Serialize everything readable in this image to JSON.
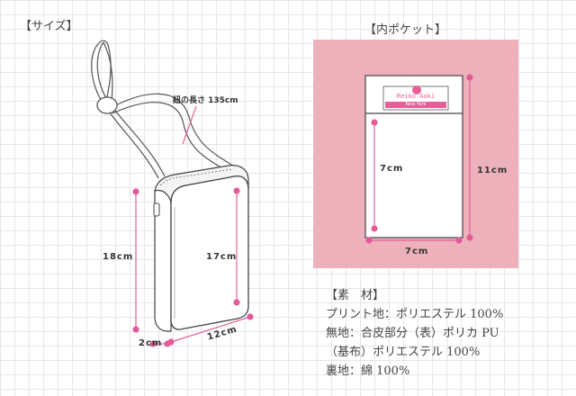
{
  "size_section": {
    "title": "【サイズ】",
    "strap_label": "紐の長さ 135cm",
    "height_outer": "18cm",
    "height_inner": "17cm",
    "depth": "2cm",
    "width": "12cm"
  },
  "pocket_section": {
    "title": "【内ポケット】",
    "tag_brand": "Reiko Aoki",
    "tag_city": "New York",
    "pocket_height": "7cm",
    "panel_height": "11cm",
    "pocket_width": "7cm"
  },
  "materials": {
    "heading": "【素　材】",
    "lines": [
      "プリント地：ポリエステル 100%",
      "無地：合皮部分（表）ポリカ PU",
      "（基布）ポリエステル 100%",
      "裏地：綿 100%"
    ]
  },
  "colors": {
    "accent": "#e75f99",
    "pink_panel": "#edb1bc",
    "dot": "#e2589a"
  }
}
